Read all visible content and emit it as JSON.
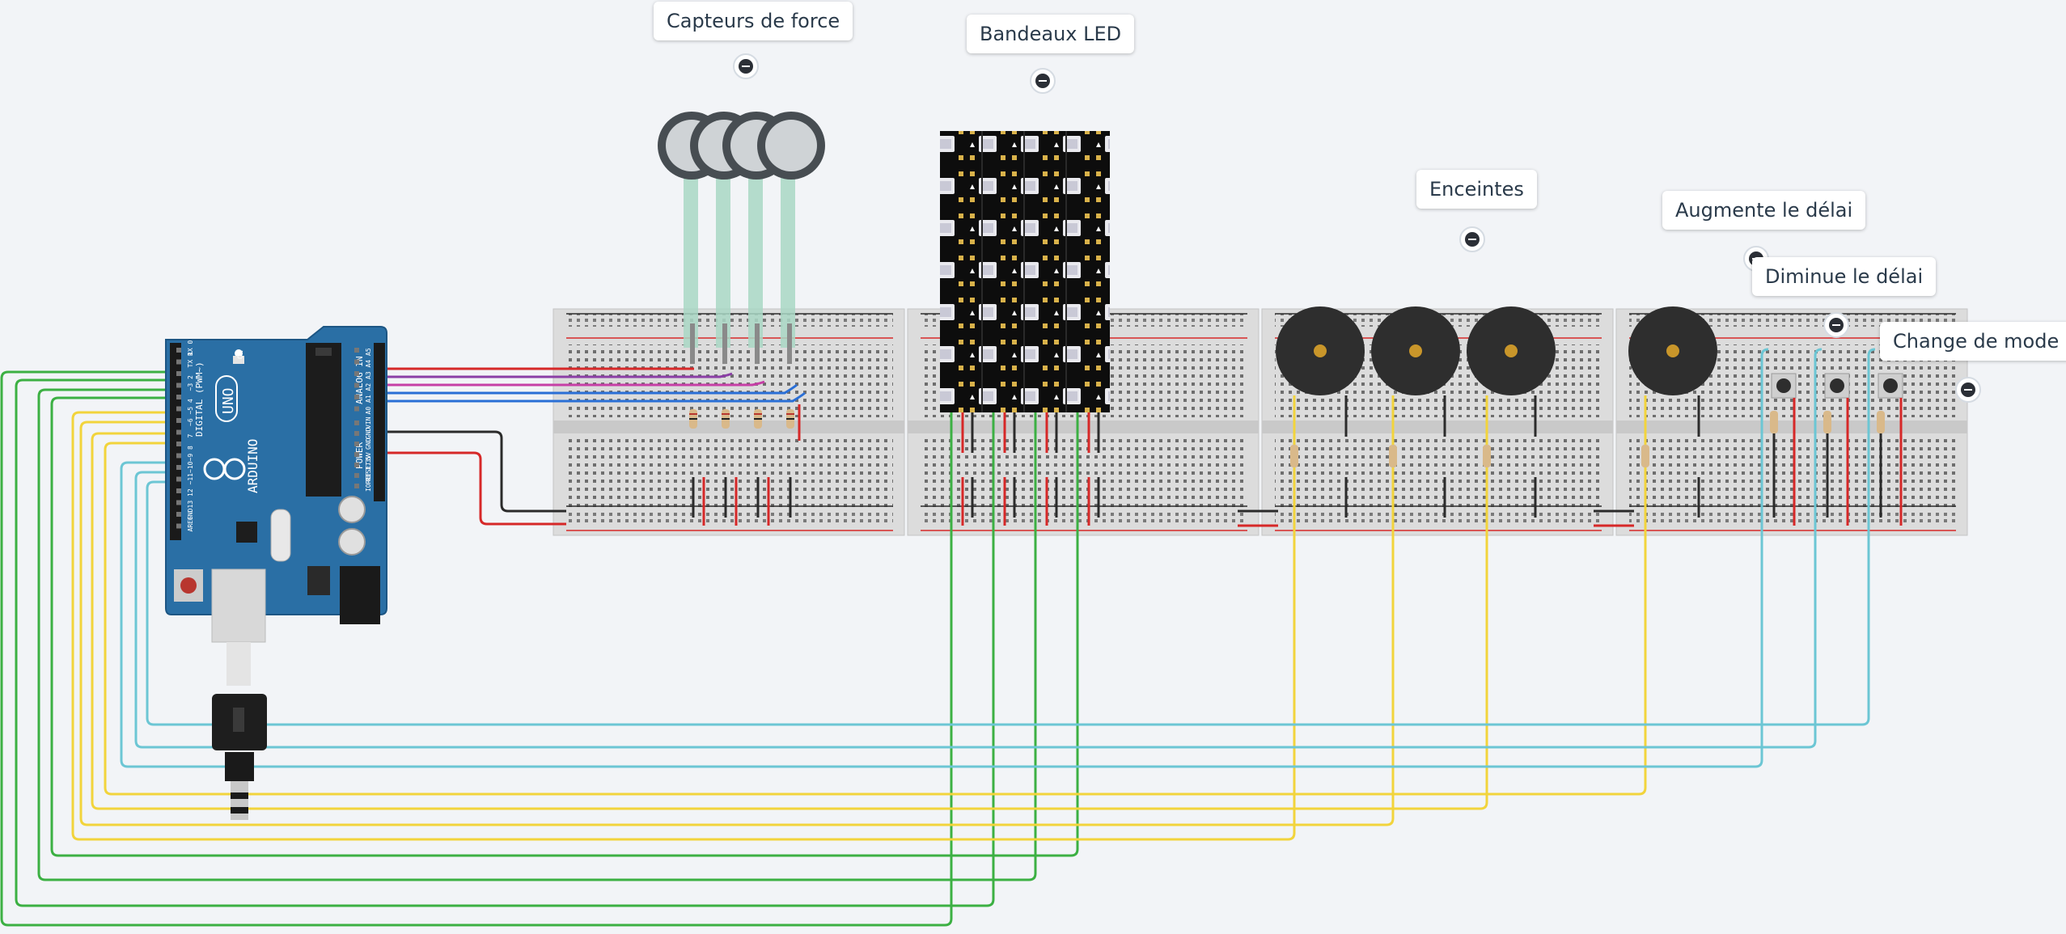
{
  "callouts": {
    "force_sensors": "Capteurs de force",
    "led_strips": "Bandeaux LED",
    "speakers": "Enceintes",
    "increase_delay": "Augmente le délai",
    "decrease_delay": "Diminue le délai",
    "change_mode": "Change de mode"
  },
  "arduino": {
    "brand": "ARDUINO",
    "model": "UNO",
    "digital_label": "DIGITAL (PWM~)",
    "analog_label": "ANALOG IN",
    "power_label": "POWER",
    "on_label": "ON",
    "pins_digital": [
      "RX 0",
      "TX 1",
      "2",
      "~3",
      "4",
      "~5",
      "~6",
      "7",
      "8",
      "~9",
      "~10",
      "~11",
      "12",
      "13",
      "GND",
      "AREF"
    ],
    "pins_analog": [
      "A5",
      "A4",
      "A3",
      "A2",
      "A1",
      "A0"
    ],
    "pins_power": [
      "VIN",
      "GND",
      "GND",
      "5V",
      "3.3V",
      "RESET",
      "IOREF"
    ]
  },
  "colors": {
    "background": "#f2f4f7",
    "board": "#2a6fa5",
    "wire_green": "#3cb043",
    "wire_yellow": "#f2d43c",
    "wire_cyan": "#6cc6d4",
    "wire_red": "#d62828",
    "wire_black": "#2b2b2b",
    "wire_purple": "#8b3fa6",
    "wire_magenta": "#c63fa6",
    "wire_blue": "#2a6fd6"
  },
  "icons": [
    "minus-circle-icon",
    "usb-plug-icon",
    "reset-button-icon"
  ]
}
